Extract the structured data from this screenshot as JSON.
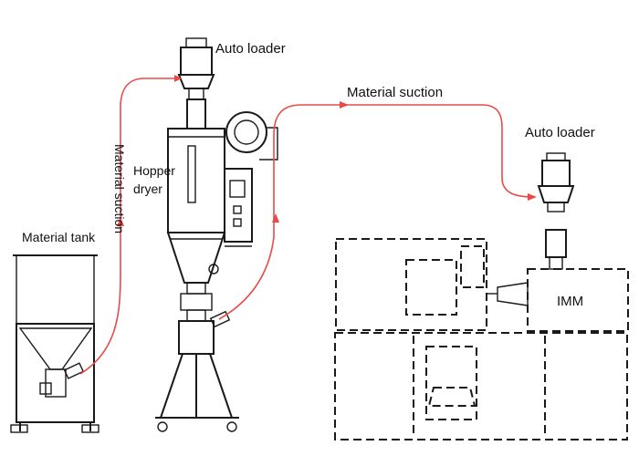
{
  "labels": {
    "auto_loader_top": "Auto loader",
    "auto_loader_right": "Auto loader",
    "material_suction_top": "Material suction",
    "material_suction_vertical": "Material suction",
    "hopper": "Hopper",
    "dryer": "dryer",
    "material_tank": "Material tank",
    "imm": "IMM"
  },
  "colors": {
    "pipe": "#e84a4a",
    "line": "#1a1a1a"
  }
}
